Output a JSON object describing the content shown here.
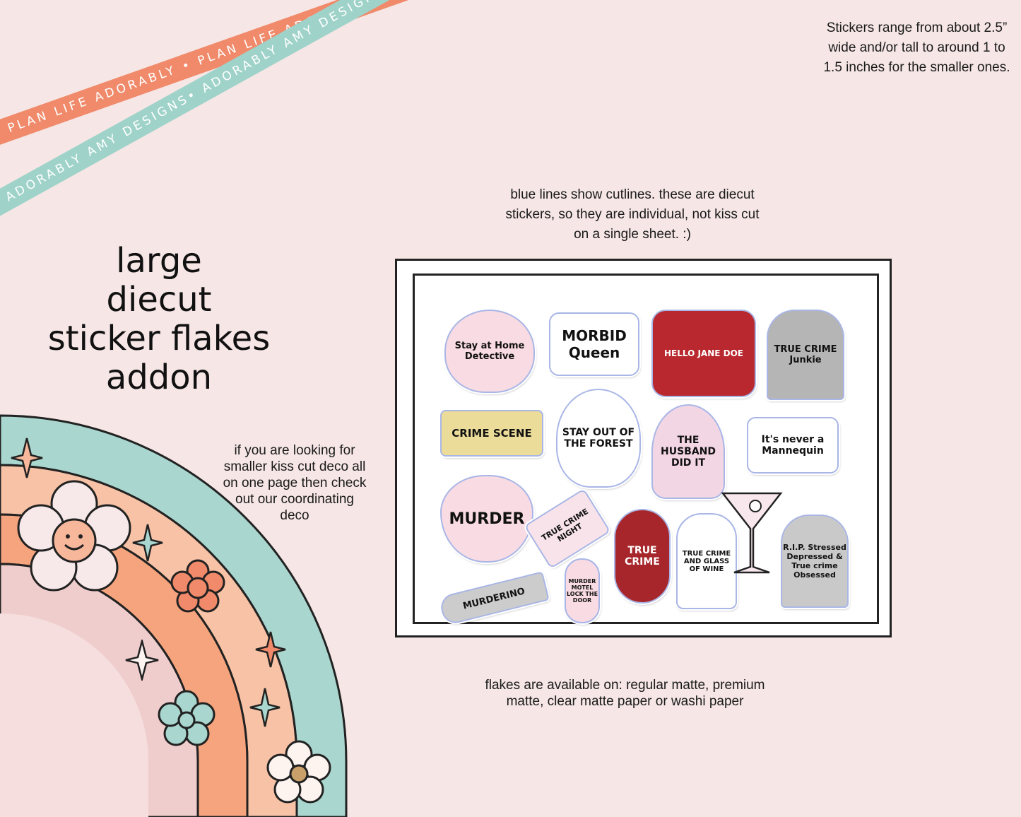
{
  "ribbons": [
    {
      "text": "PLAN LIFE ADORABLY • PLAN LIFE ADORABLY • PLAN LIFE ADORABLY •",
      "color": "#f08a6a"
    },
    {
      "text": "ADORABLY AMY DESIGNS• ADORABLY AMY DESIGNS• ADORABLY AMY DESIGNS•",
      "color": "#9fd3c9"
    }
  ],
  "size_note": "Stickers range from about 2.5” wide and/or tall to around 1 to 1.5 inches for the smaller ones.",
  "cutline_note": "blue lines show cutlines.  these are diecut stickers, so they are individual, not kiss cut on a single sheet. :)",
  "title_lines": [
    "large",
    "diecut",
    "sticker flakes",
    "addon"
  ],
  "kisscut_note": "if you are looking for smaller kiss cut deco all on one page then check out our coordinating deco",
  "flakes_note": "flakes are available on: regular matte, premium matte, clear matte paper or washi paper",
  "stickers": [
    {
      "text": "Stay at Home Detective"
    },
    {
      "text": "MORBID Queen"
    },
    {
      "text": "HELLO JANE DOE"
    },
    {
      "text": "TRUE CRIME Junkie"
    },
    {
      "text": "CRIME SCENE"
    },
    {
      "text": "STAY OUT OF THE FOREST"
    },
    {
      "text": "THE HUSBAND DID IT"
    },
    {
      "text": "It's never a Mannequin"
    },
    {
      "text": "MURDER"
    },
    {
      "text": "TRUE CRIME NIGHT"
    },
    {
      "text": "TRUE CRIME"
    },
    {
      "text": "TRUE CRIME AND GLASS OF WINE"
    },
    {
      "text": "R.I.P. Stressed Depressed & True crime Obsessed"
    },
    {
      "text": "MURDERINO"
    },
    {
      "text": "MURDER MOTEL LOCK THE DOOR"
    }
  ],
  "colors": {
    "background": "#f6e6e6",
    "coral": "#f08a6a",
    "mint": "#9fd3c9",
    "peach": "#f6b79a",
    "pink": "#f0c9c9",
    "cutline": "#a9b6e6"
  },
  "icons": [
    "flower-icon",
    "sparkle-icon",
    "rainbow-icon"
  ]
}
